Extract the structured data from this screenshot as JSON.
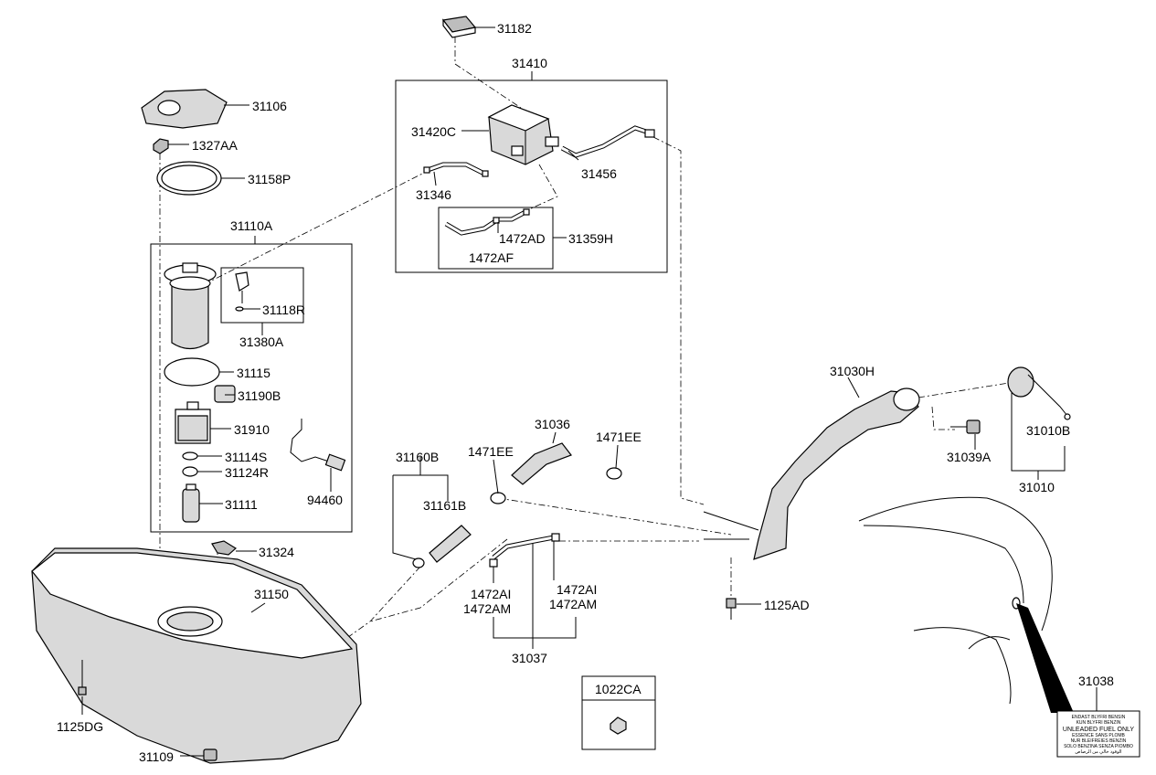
{
  "part_labels": {
    "p31182": "31182",
    "p31410": "31410",
    "p31420C": "31420C",
    "p31456": "31456",
    "p31346": "31346",
    "p1472AD": "1472AD",
    "p31359H": "31359H",
    "p1472AF": "1472AF",
    "p31106": "31106",
    "p1327AA": "1327AA",
    "p31158P": "31158P",
    "p31110A": "31110A",
    "p31118R": "31118R",
    "p31380A": "31380A",
    "p31115": "31115",
    "p31190B": "31190B",
    "p31910": "31910",
    "p31114S": "31114S",
    "p31124R": "31124R",
    "p31111": "31111",
    "p94460": "94460",
    "p31324": "31324",
    "p31150": "31150",
    "p1125DG": "1125DG",
    "p31109": "31109",
    "p31160B": "31160B",
    "p31161B": "31161B",
    "p1471EE_a": "1471EE",
    "p31036": "31036",
    "p1471EE_b": "1471EE",
    "p1472AI_a": "1472AI",
    "p1472AM_a": "1472AM",
    "p1472AI_b": "1472AI",
    "p1472AM_b": "1472AM",
    "p31037": "31037",
    "p1022CA": "1022CA",
    "p31030H": "31030H",
    "p31039A": "31039A",
    "p31010B": "31010B",
    "p31010": "31010",
    "p1125AD": "1125AD",
    "p31038": "31038"
  },
  "fuel_label": {
    "line1": "ENDAST BLYFRI BENSIN",
    "line2": "KUN BLYFRI BENZIN",
    "line3": "UNLEADED FUEL ONLY",
    "line4": "ESSENCE SANS PLOMB",
    "line5": "NUR BLEIFREIES BENZIN",
    "line6": "SOLO BENZINA SENZA PIOMBO",
    "line7": "الوقود خالي من الرصاص"
  }
}
